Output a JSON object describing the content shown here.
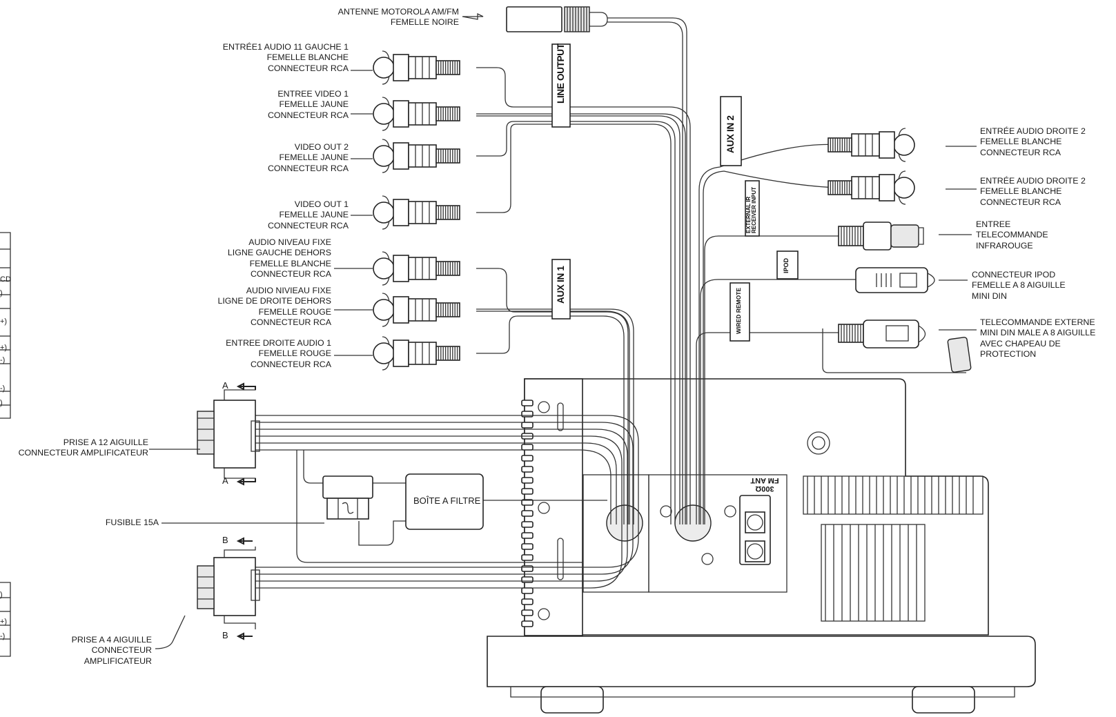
{
  "labels": {
    "antenna": [
      "ANTENNE MOTOROLA AM/FM",
      "FEMELLE NOIRE"
    ],
    "audio_in1_left": [
      "ENTRÉE1  AUDIO 11  GAUCHE 1",
      "FEMELLE BLANCHE",
      "CONNECTEUR RCA"
    ],
    "video_in1": [
      "ENTREE  VIDEO 1",
      "FEMELLE JAUNE",
      "CONNECTEUR RCA"
    ],
    "video_out2": [
      "VIDEO OUT 2",
      "FEMELLE JAUNE",
      "CONNECTEUR RCA"
    ],
    "video_out1": [
      "VIDEO OUT 1",
      "FEMELLE JAUNE",
      "CONNECTEUR RCA"
    ],
    "fixed_left_out": [
      "AUDIO NIVEAU FIXE",
      "LIGNE GAUCHE DEHORS",
      "FEMELLE BLANCHE",
      "CONNECTEUR RCA"
    ],
    "fixed_right_out": [
      "AUDIO NIVIEAU FIXE",
      "LIGNE DE DROITE DEHORS",
      "FEMELLE ROUGE",
      "CONNECTEUR RCA"
    ],
    "audio_in1_right": [
      "ENTREE DROITE AUDIO 1",
      "FEMELLE ROUGE",
      "CONNECTEUR RCA"
    ],
    "plug12": [
      "PRISE A 12 AIGUILLE",
      "CONNECTEUR AMPLIFICATEUR"
    ],
    "fuse": [
      "FUSIBLE 15A"
    ],
    "plug4": [
      "PRISE A 4 AIGUILLE",
      "CONNECTEUR",
      "AMPLIFICATEUR"
    ],
    "audio_in2_right_a": [
      "ENTRÉE AUDIO DROITE 2",
      "FEMELLE BLANCHE",
      "CONNECTEUR RCA"
    ],
    "audio_in2_right_b": [
      "ENTRÉE AUDIO DROITE 2",
      "FEMELLE BLANCHE",
      "CONNECTEUR RCA"
    ],
    "ir_input": [
      "ENTREE",
      "TELECOMMANDE",
      "INFRAROUGE"
    ],
    "ipod": [
      "CONNECTEUR IPOD",
      "FEMELLE A  8 AIGUILLE",
      "MINI DIN"
    ],
    "wired_remote": [
      "TELECOMMANDE EXTERNE",
      "MINI DIN MALE A  8  AIGUILLE",
      "AVEC CHAPEAU DE",
      "PROTECTION"
    ]
  },
  "tags": {
    "line_output": "LINE OUTPUT",
    "aux_in2": "AUX IN 2",
    "aux_in1": "AUX IN 1",
    "external_ir": [
      "EXTERNAL IR",
      "RECEIVER INPUT"
    ],
    "ipod": "IPOD",
    "wired_remote": "WIRED REMOTE"
  },
  "markers": {
    "a": "A",
    "b": "B"
  },
  "filter_box": "BOÎTE A FILTRE",
  "antenna_port": [
    "300Ω",
    "FM ANT"
  ],
  "left_table_glyphs": [
    "CD",
    ")",
    "+)",
    "+)",
    "-)",
    "-)",
    ")",
    ")",
    "+)",
    "-)"
  ],
  "colors": {
    "line": "#222222",
    "fill_grey": "#e8e8e8",
    "text": "#1a1a1a"
  }
}
